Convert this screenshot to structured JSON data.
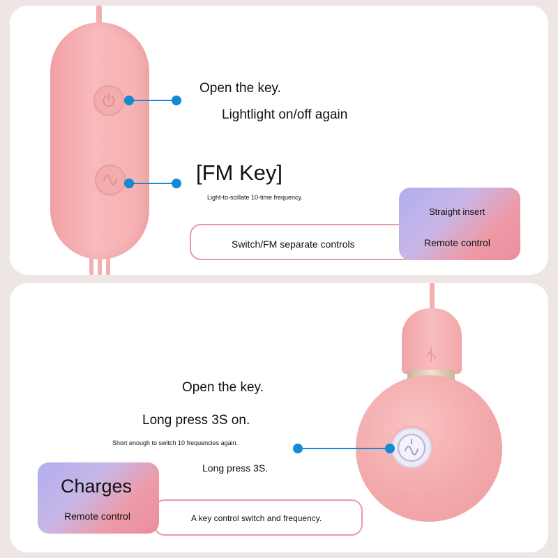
{
  "top": {
    "power_title": "Open the key.",
    "power_desc": "Lightlight on/off again",
    "fm_title": "[FM Key]",
    "fm_desc": "Light-to-scillate 10-time frequency.",
    "box_line1": "Straight insert",
    "box_line2": "Remote control",
    "outline_label": "Switch/FM separate controls"
  },
  "bottom": {
    "title": "Open the key.",
    "long_press_on": "Long press 3S on.",
    "short_desc": "Short enough to switch 10 frequencies again.",
    "long_press_off": "Long press 3S.",
    "box_title": "Charges",
    "box_sub": "Remote control",
    "outline_label": "A key control switch and frequency."
  },
  "colors": {
    "accent_blue": "#1589d6",
    "device_pink": "#f4acaf",
    "outline_pink": "#e79aa5"
  },
  "icons": [
    "power-icon",
    "wave-icon",
    "usb-icon"
  ]
}
